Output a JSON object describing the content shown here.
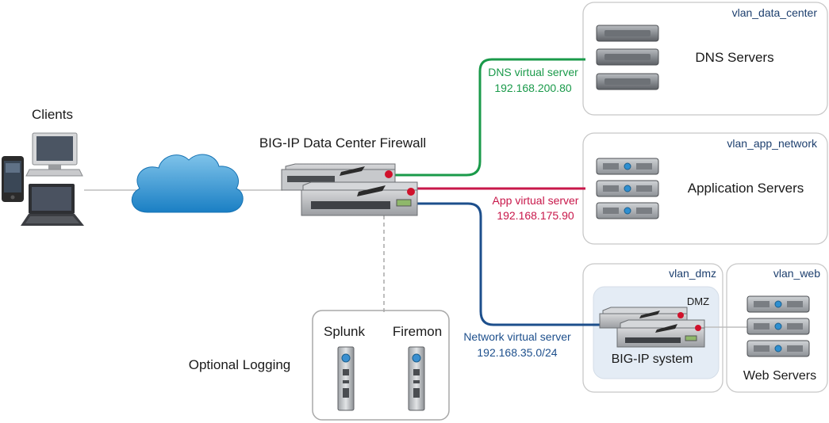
{
  "labels": {
    "clients": "Clients",
    "firewall": "BIG-IP Data Center Firewall",
    "optional_logging": "Optional Logging",
    "splunk": "Splunk",
    "firemon": "Firemon",
    "dns_vs_name": "DNS virtual server",
    "dns_vs_ip": "192.168.200.80",
    "app_vs_name": "App virtual server",
    "app_vs_ip": "192.168.175.90",
    "net_vs_name": "Network virtual server",
    "net_vs_ip": "192.168.35.0/24",
    "dns_servers": "DNS Servers",
    "app_servers": "Application Servers",
    "web_servers": "Web Servers",
    "bigip_system": "BIG-IP system",
    "dmz": "DMZ",
    "vlan_data_center": "vlan_data_center",
    "vlan_app_network": "vlan_app_network",
    "vlan_dmz": "vlan_dmz",
    "vlan_web": "vlan_web"
  },
  "colors": {
    "dns_link": "#1a9a4a",
    "app_link": "#c8174a",
    "net_link": "#1d4f8c",
    "vlan_text": "#1d3f6e",
    "box_border": "#c8c8c8",
    "dmz_fill": "#e4ecf5"
  },
  "icons": [
    "cloud-icon",
    "desktop-computer-icon",
    "laptop-icon",
    "smartphone-icon",
    "server-rack-icon",
    "tower-server-icon",
    "bigip-appliance-icon"
  ]
}
